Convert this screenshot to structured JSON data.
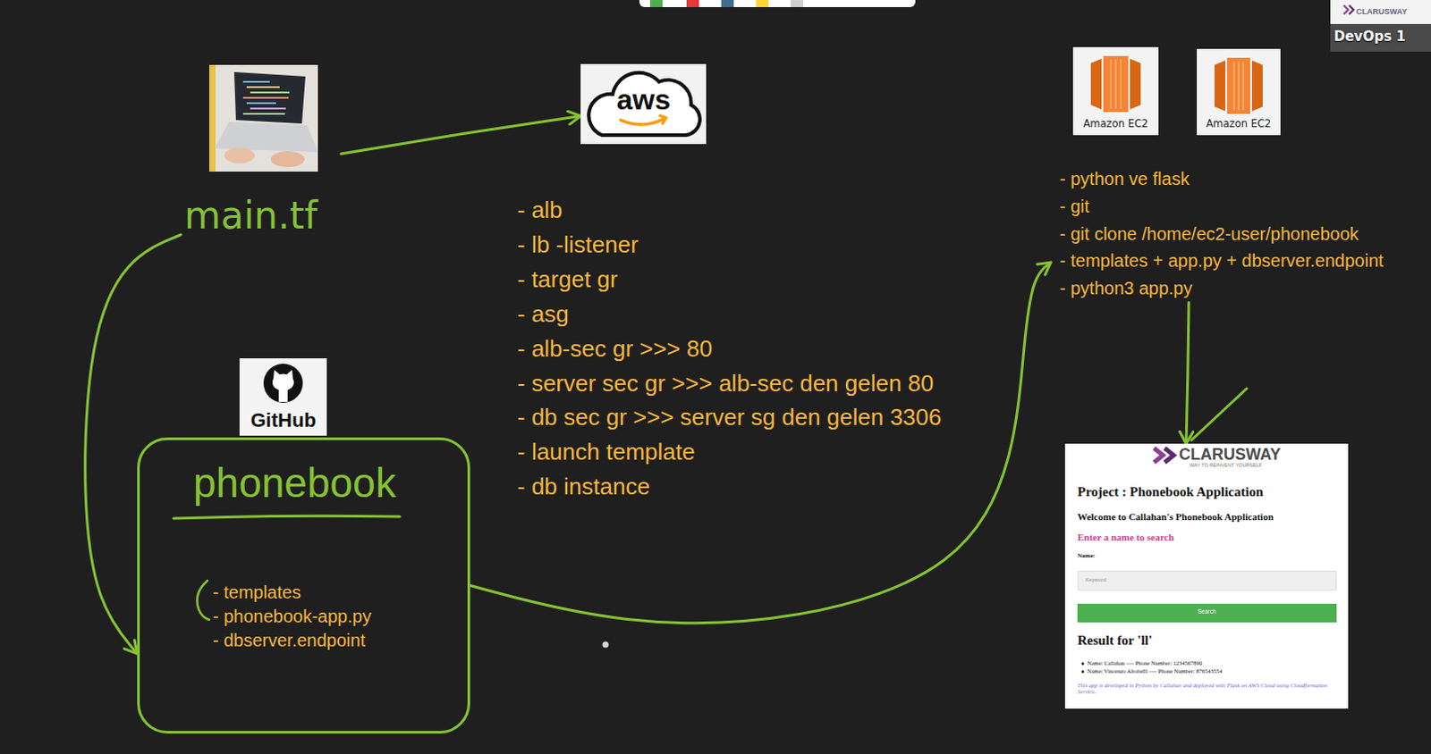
{
  "diagram": {
    "nodes": [
      {
        "text": [
          "main.tf"
        ]
      },
      {
        "text": [
          "aws"
        ]
      },
      {
        "text": [
          "Amazon EC2"
        ]
      },
      {
        "text": [
          "Amazon EC2"
        ]
      },
      {
        "text": [
          "GitHub"
        ]
      },
      {
        "text": [
          "phonebook",
          "- templates",
          "- phonebook-app.py",
          "- dbserver.endpoint"
        ]
      },
      {
        "text": [
          "- python ve flask",
          "- git",
          "- git clone /home/ec2-user/phonebook",
          "- templates + app.py + dbserver.endpoint",
          "- python3 app.py"
        ]
      },
      {
        "text": [
          "CLARUSWAY",
          "WAY TO REINVENT YOURSELF",
          "Project : Phonebook Application",
          "Welcome to Callahan's Phonebook Application",
          "Enter a name to search",
          "Name:",
          "Result for 'll'",
          "Name: Callahan ---- Phone Number: 1234567890",
          "Name: Vincenzo Altobelli ---- Phone Number: 876543554",
          "This app is developed in Python by Callahan and deployed with Flask on AWS Cloud using Cloudformation Service."
        ]
      },
      {
        "text": [
          "Keyword"
        ],
        "in": 7
      },
      {
        "text": [
          "Search"
        ],
        "in": 7
      }
    ],
    "edges": [
      {
        "from": 0,
        "to": 1,
        "arrow": "to"
      },
      {
        "from": 0,
        "to": 5,
        "arrow": "to"
      },
      {
        "from": 5,
        "to": 6,
        "arrow": "to"
      },
      {
        "from": 6,
        "to": 7,
        "arrow": "to"
      }
    ],
    "labels": [
      "- alb",
      "- lb -listener",
      "- target gr",
      "- asg",
      "- alb-sec gr >>> 80",
      "- server sec gr >>> alb-sec den gelen 80",
      "- db sec gr >>> server sg den gelen 3306",
      "- launch template",
      "- db instance",
      "CLARUSWAY",
      "DevOps 1"
    ]
  }
}
